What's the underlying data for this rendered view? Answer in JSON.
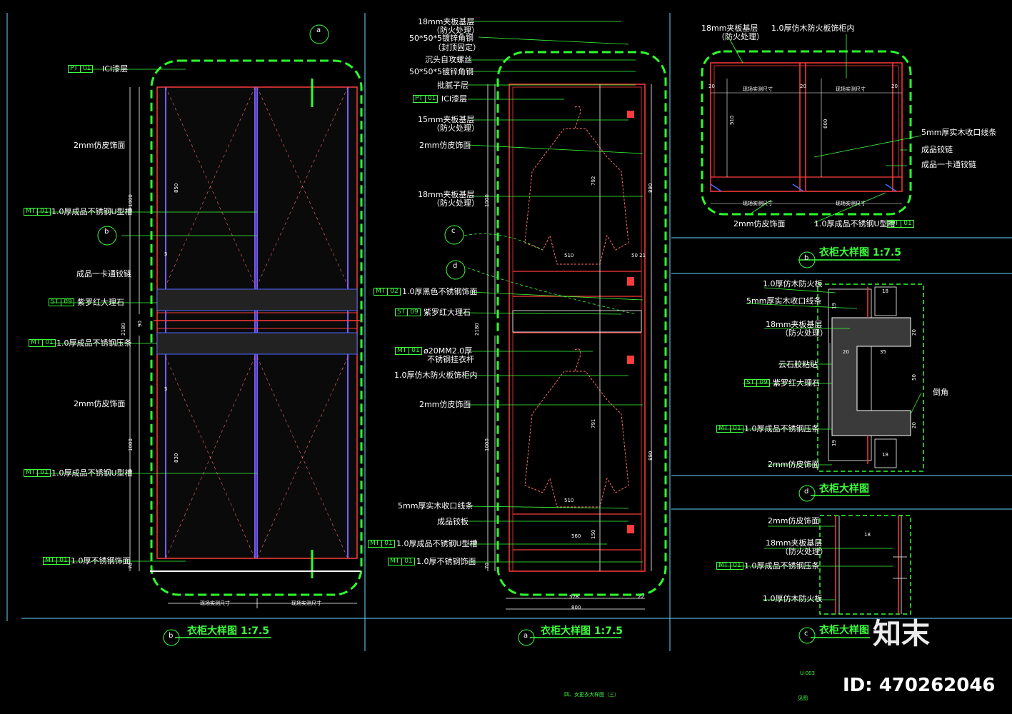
{
  "titles": {
    "left": "衣柜大样图 1:7.5",
    "middle": "衣柜大样图 1:7.5",
    "top_right": "衣柜大样图 1:7.5",
    "mid_right": "衣柜大样图",
    "bottom_right": "衣柜大样图",
    "sheet_caption": "四、女更衣大样图（三）",
    "sheet_code": "U-003",
    "sheet_sub": "见图"
  },
  "markers": {
    "a": "a",
    "b": "b",
    "c": "c",
    "d": "d"
  },
  "tags": {
    "pt": "PT",
    "mt": "MT",
    "st": "ST",
    "n01": "01",
    "n02": "02",
    "n09": "09"
  },
  "left_labels": {
    "ici": "ICI漆层",
    "leather1": "2mm仿皮饰面",
    "u_groove1": "1.0厚成品不锈钢U型槽",
    "hinge": "成品一卡通铰链",
    "marble": "紫罗红大理石",
    "press_strip": "1.0厚成品不锈钢压条",
    "leather2": "2mm仿皮饰面",
    "u_groove2": "1.0厚成品不锈钢U型槽",
    "ss_face": "1.0厚不锈钢饰面"
  },
  "middle_labels": {
    "ply18_1": "18mm夹板基层",
    "fire1": "（防火处理）",
    "angle1": "50*50*5镀锌角钢",
    "seal": "（封顶固定）",
    "screw": "沉头自攻螺丝",
    "angle2": "50*50*5镀锌角钢",
    "putty": "批腻子层",
    "ici": "ICI漆层",
    "ply15": "15mm夹板基层",
    "fire2": "（防火处理）",
    "leather1": "2mm仿皮饰面",
    "ply18_2": "18mm夹板基层",
    "fire3": "（防火处理）",
    "black_ss": "1.0厚黑色不锈钢饰面",
    "marble": "紫罗红大理石",
    "rod1": "ø20MM2.0厚",
    "rod2": "不锈钢挂衣杆",
    "fireboard": "1.0厚仿木防火板饰柜内",
    "leather2": "2mm仿皮饰面",
    "trim5": "5mm厚实木收口线条",
    "shelf": "成品铰板",
    "u_groove": "1.0厚成品不锈钢U型槽",
    "ss_face": "1.0厚不锈钢饰面"
  },
  "top_right_labels": {
    "ply18": "18mm夹板基层",
    "fire": "（防火处理）",
    "fireboard": "1.0厚仿木防火板饰柜内",
    "trim5": "5mm厚实木收口线条",
    "hinge": "成品铰链",
    "pass_hinge": "成品一卡通铰链",
    "leather": "2mm仿皮饰面",
    "u_groove": "1.0厚成品不锈钢U型槽"
  },
  "mid_right_labels": {
    "fireboard": "1.0厚仿木防火板",
    "trim5": "5mm厚实木收口线条",
    "ply18": "18mm夹板基层",
    "fire": "（防火处理）",
    "glue": "云石胶粘贴",
    "marble": "紫罗红大理石",
    "chamfer": "倒角",
    "press_strip": "1.0厚成品不锈钢压条",
    "leather": "2mm仿皮饰面"
  },
  "bottom_right_labels": {
    "leather": "2mm仿皮饰面",
    "ply18": "18mm夹板基层",
    "fire": "（防火处理）",
    "press_strip": "1.0厚成品不锈钢压条",
    "fireboard": "1.0厚仿木防火板"
  },
  "dims": {
    "d1000a": "1000",
    "d850a": "850",
    "d90": "90",
    "d2180": "2180",
    "d1000b": "1000",
    "d830": "830",
    "d70": "70",
    "d5": "5",
    "d510a": "510",
    "d50_21": "50 21",
    "d792": "792",
    "d791": "791",
    "d510b": "510",
    "d560": "560",
    "d150": "150",
    "d578": "578",
    "d22": "22",
    "d800": "800",
    "d890": "890",
    "d20": "20",
    "d600": "600",
    "d18": "18",
    "d35": "35",
    "d50": "50",
    "d19": "19",
    "site_a": "现场实测尺寸",
    "site_b": "现场实测尺寸"
  },
  "watermark": {
    "logo": "知末",
    "id": "ID: 470262046"
  }
}
